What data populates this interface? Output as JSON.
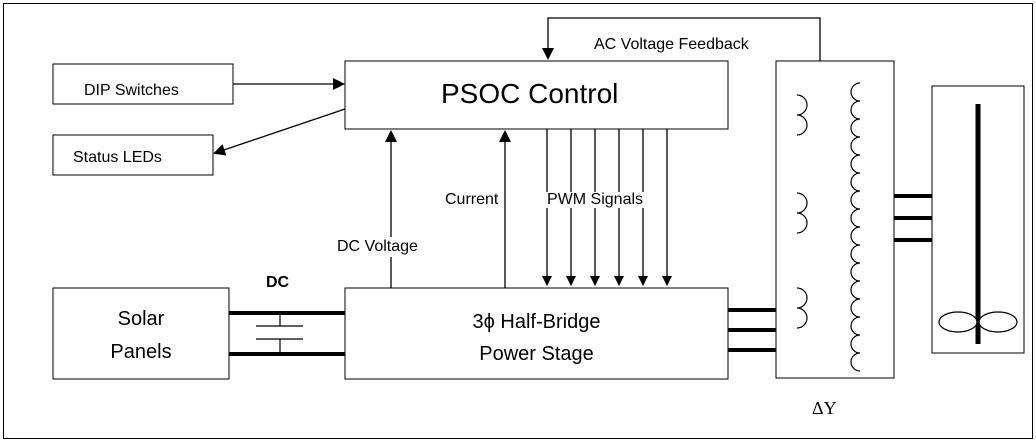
{
  "diagram": {
    "blocks": {
      "dip_switches": "DIP Switches",
      "status_leds": "Status LEDs",
      "psoc_control": "PSOC Control",
      "solar_panels_line1": "Solar",
      "solar_panels_line2": "Panels",
      "power_stage_line1": "3ϕ Half-Bridge",
      "power_stage_line2": "Power Stage"
    },
    "signals": {
      "ac_voltage_feedback": "AC Voltage Feedback",
      "current": "Current",
      "pwm_signals": "PWM Signals",
      "dc_voltage": "DC Voltage",
      "dc_bus": "DC"
    },
    "transformer_label": "ΔY"
  }
}
